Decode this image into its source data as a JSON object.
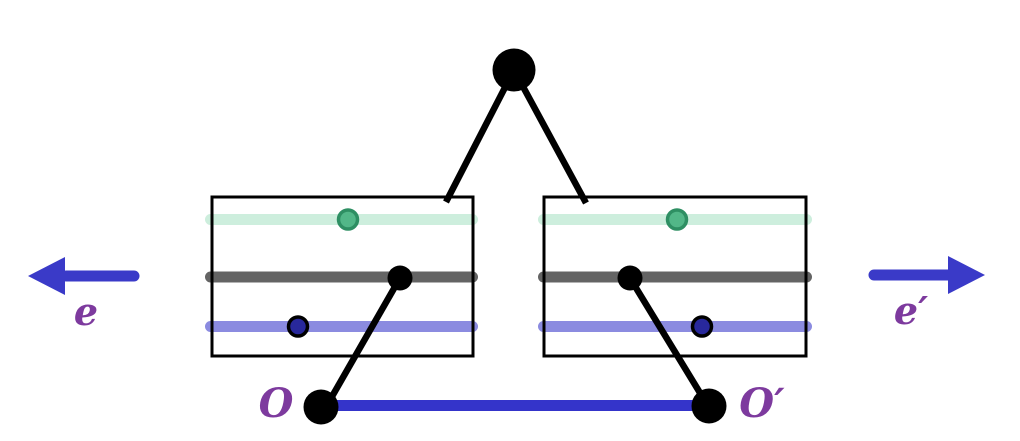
{
  "labels": {
    "e": "e",
    "e_prime": "e′",
    "o": "O",
    "o_prime": "O′"
  },
  "colors": {
    "black": "#000000",
    "background": "#ffffff",
    "mint_band": "#cdeedd",
    "gray_band": "#646464",
    "periwinkle_band": "#8b8be0",
    "green_dot_fill": "#52b788",
    "green_dot_stroke": "#2e8f63",
    "navy_dot_fill": "#28289c",
    "navy_dot_stroke": "#000000",
    "base_segment": "#3434ca",
    "arrow": "#3a3ac8",
    "label": "#7d3a9e"
  }
}
